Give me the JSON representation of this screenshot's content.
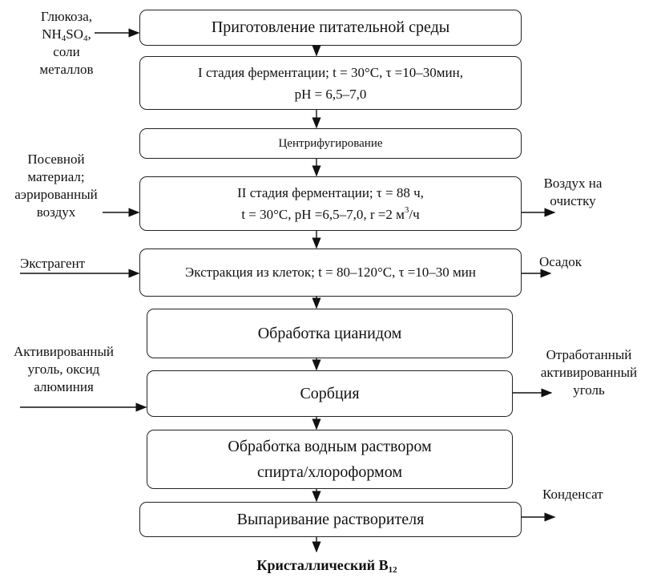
{
  "steps": [
    {
      "lines": [
        "Приготовление питательной среды"
      ]
    },
    {
      "lines": [
        "I стадия ферментации; t = 30°C, τ =10–30мин,",
        "pH = 6,5–7,0"
      ]
    },
    {
      "lines": [
        "Центрифугирование"
      ]
    },
    {
      "line1": "II стадия ферментации; τ = 88 ч,",
      "line2_a": "t = 30°C, pH =6,5–7,0, r =2 м",
      "line2_sup": "3",
      "line2_b": "/ч"
    },
    {
      "lines": [
        "Экстракция из клеток; t = 80–120°C, τ =10–30 мин"
      ]
    },
    {
      "lines": [
        "Обработка цианидом"
      ]
    },
    {
      "lines": [
        "Сорбция"
      ]
    },
    {
      "lines": [
        "Обработка  водным раствором",
        "спирта/хлороформом"
      ]
    },
    {
      "lines": [
        "Выпаривание растворителя"
      ]
    }
  ],
  "inputs": {
    "glucose": {
      "l1": "Глюкоза,",
      "nh": "NH",
      "s1": "4",
      "so": "SO",
      "s2": "4",
      "comma": ",",
      "l3": "соли",
      "l4": "металлов"
    },
    "seed": [
      "Посевной",
      "материал;",
      "аэрированный",
      "воздух"
    ],
    "extragent": "Экстрагент",
    "carbon": [
      "Активированный",
      "уголь, оксид",
      "алюминия"
    ]
  },
  "outputs": {
    "air": [
      "Воздух на",
      "очистку"
    ],
    "sediment": "Осадок",
    "spent": [
      "Отработанный",
      "активированный",
      "уголь"
    ],
    "condensate": "Конденсат"
  },
  "result": {
    "text": "Кристаллический B",
    "sub": "12"
  }
}
